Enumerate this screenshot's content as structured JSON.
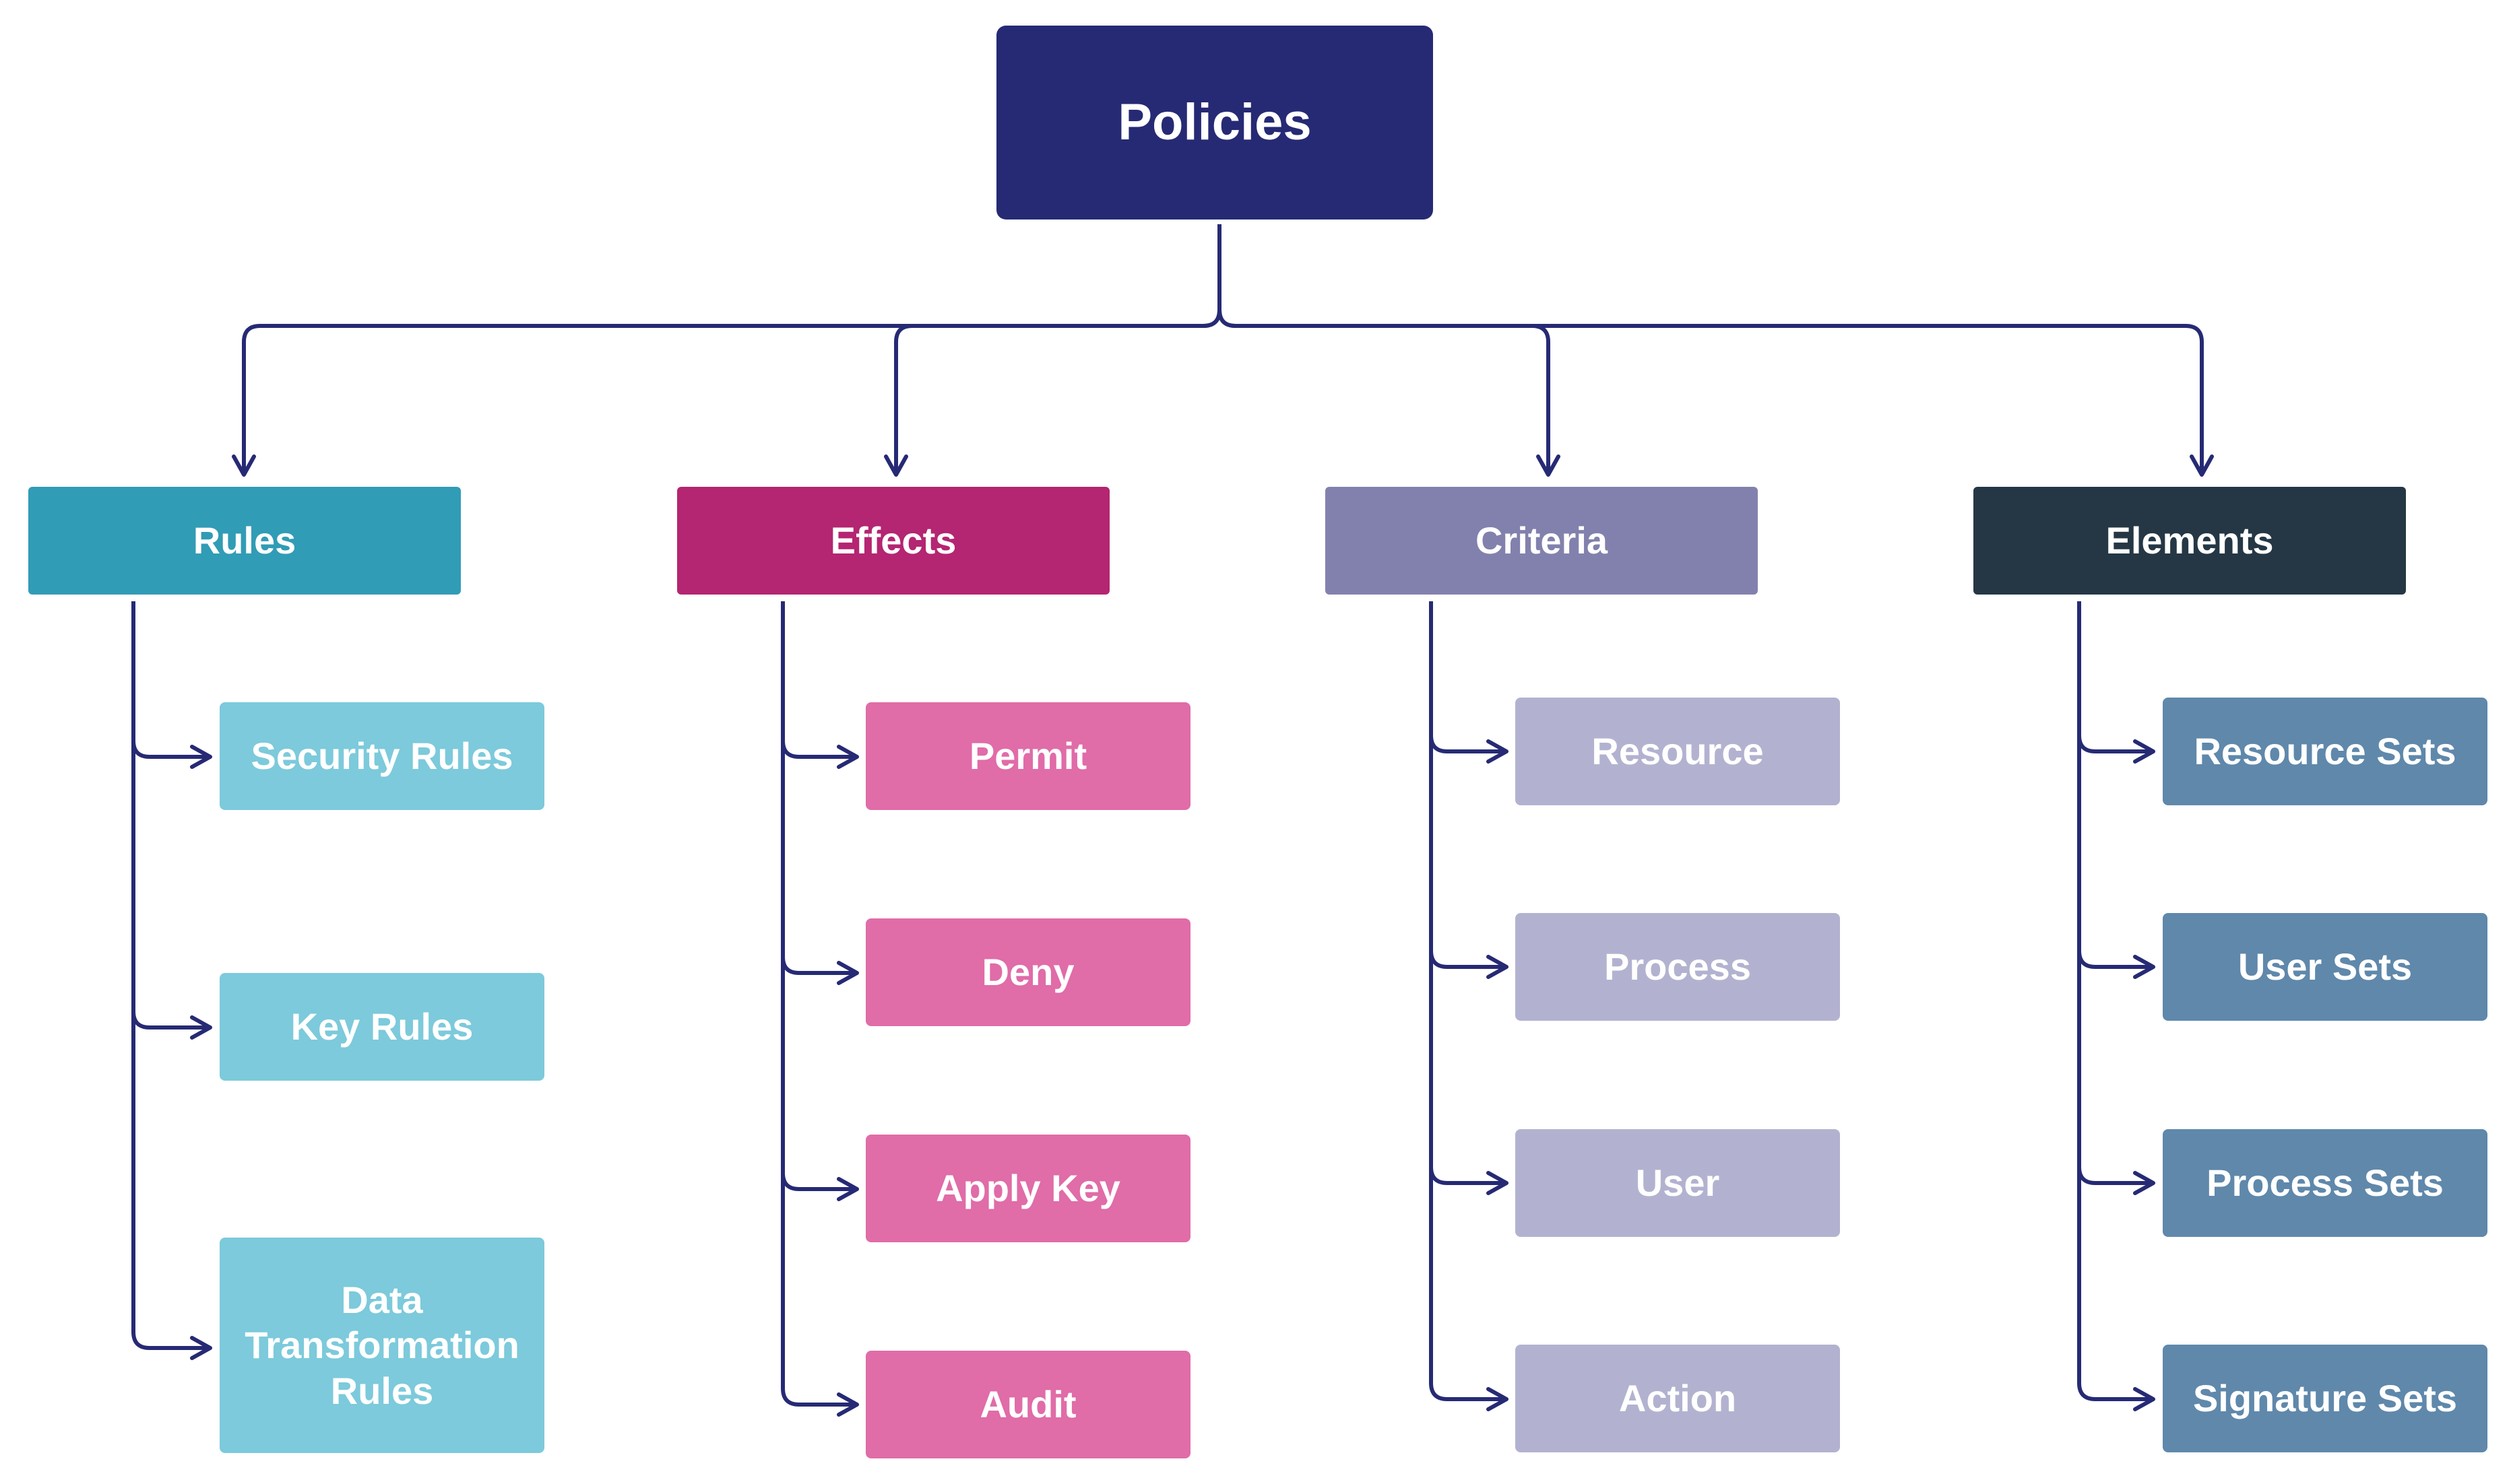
{
  "colors": {
    "connector": "#262a74",
    "root": "#262a74",
    "rules": "#319cb5",
    "rules_child": "#7ccadb",
    "effects": "#b42572",
    "effects_child": "#e06ca8",
    "criteria": "#8281ad",
    "criteria_child": "#b2b2d0",
    "elements": "#253745",
    "elements_child": "#5f88ab"
  },
  "root": {
    "label": "Policies"
  },
  "categories": [
    {
      "label": "Rules",
      "children": [
        "Security Rules",
        "Key Rules",
        "Data Transformation Rules"
      ]
    },
    {
      "label": "Effects",
      "children": [
        "Permit",
        "Deny",
        "Apply Key",
        "Audit"
      ]
    },
    {
      "label": "Criteria",
      "children": [
        "Resource",
        "Process",
        "User",
        "Action"
      ]
    },
    {
      "label": "Elements",
      "children": [
        "Resource Sets",
        "User Sets",
        "Process Sets",
        "Signature Sets"
      ]
    }
  ]
}
